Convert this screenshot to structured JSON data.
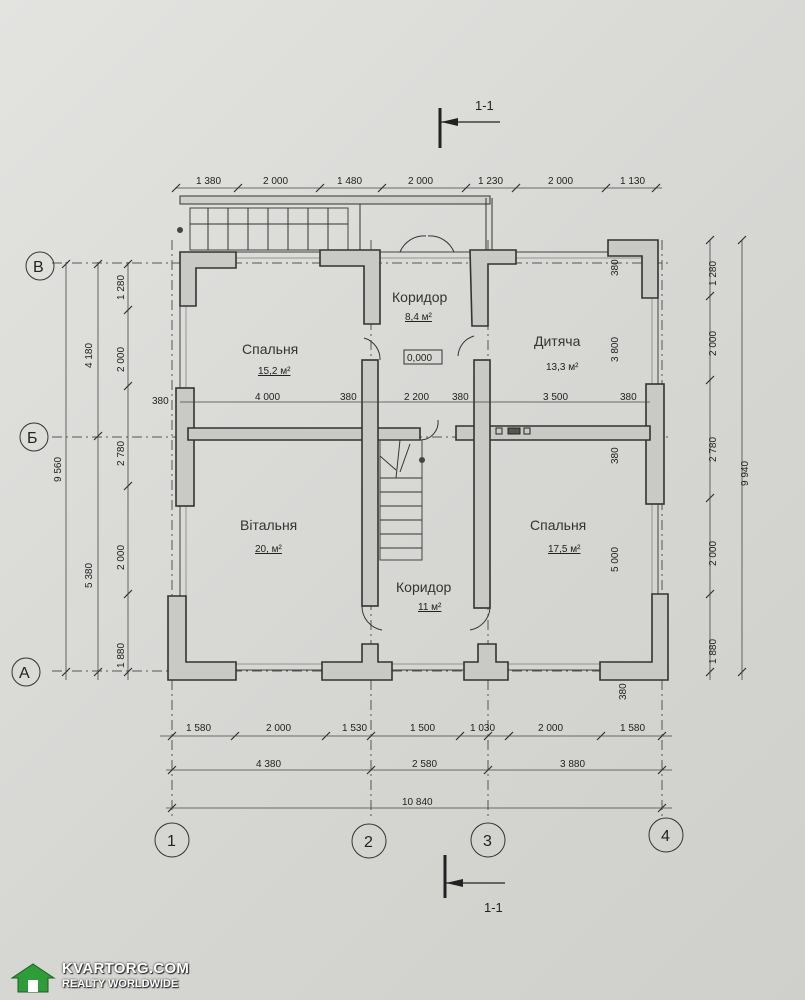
{
  "section": {
    "top": "1-1",
    "bottom": "1-1"
  },
  "top_dims": [
    "1 380",
    "2 000",
    "1 480",
    "2 000",
    "1 230",
    "2 000",
    "1 130"
  ],
  "bottom_dims_row1": [
    "1 580",
    "2 000",
    "1 530",
    "1 500",
    "1 030",
    "2 000",
    "1 580"
  ],
  "bottom_dims_row2": [
    "4 380",
    "2 580",
    "3 880"
  ],
  "bottom_total": "10 840",
  "axes_cols": [
    "1",
    "2",
    "3",
    "4"
  ],
  "axes_rows": [
    "В",
    "Б",
    "А"
  ],
  "left_dims": {
    "inner": [
      "1 280",
      "2 000",
      "2 780",
      "2 000",
      "1 880"
    ],
    "mid": [
      "4 180",
      "5 380"
    ],
    "total": "9 560"
  },
  "right_dims": {
    "inner": [
      "1 280",
      "2 000",
      "2 780",
      "2 000",
      "1 880"
    ],
    "total": "9 940"
  },
  "rooms": [
    {
      "name": "Спальня",
      "area": "15,2 м²"
    },
    {
      "name": "Коридор",
      "area": "8,4 м²"
    },
    {
      "name": "Дитяча",
      "area": "13,3 м²"
    },
    {
      "name": "Вітальня",
      "area": "20,  м²"
    },
    {
      "name": "Коридор",
      "area": "11 м²"
    },
    {
      "name": "Спальня",
      "area": "17,5 м²"
    }
  ],
  "level_mark": "0,000",
  "inner_dims": {
    "left_room": "4 000",
    "corridor": "2 200",
    "right_room": "3 500",
    "wall": "380",
    "v_right_top": "3 800",
    "v_right_bottom": "5 000"
  },
  "logo": {
    "title": "KVARTORG.COM",
    "subtitle": "REALTY WORLDWIDE",
    "icon": "house-icon"
  }
}
